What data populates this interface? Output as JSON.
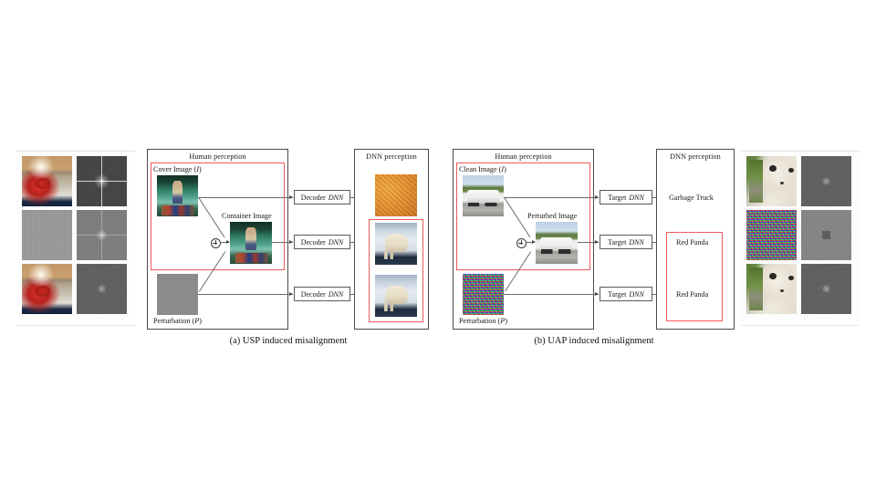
{
  "figure": {
    "background_color": "#ffffff",
    "accent_red": "#f05a5a",
    "line_color": "#6b6b6b",
    "box_border_color": "#4a4a4a"
  },
  "captions": {
    "panel_a": "(a) USP induced misalignment",
    "panel_b": "(b) UAP induced misalignment"
  },
  "panel_a": {
    "human_panel_title": "Human perception",
    "dnn_panel_title": "DNN perception",
    "cover_image_label": "Cover Image (I)",
    "container_image_label": "Container Image",
    "perturbation_label": "Perturbation (P)",
    "nn_boxes": [
      {
        "prefix": "Decoder",
        "italic": "DNN"
      },
      {
        "prefix": "Decoder",
        "italic": "DNN"
      },
      {
        "prefix": "Decoder",
        "italic": "DNN"
      }
    ],
    "thumbnails": {
      "cover_image": "boat-man-photo",
      "container_image": "boat-man-photo",
      "perturbation": "flat-gray-square",
      "dnn_out_1": "orange-texture",
      "dnn_out_2": "white-wolf-photo",
      "dnn_out_3": "white-wolf-photo"
    }
  },
  "panel_b": {
    "human_panel_title": "Human perception",
    "dnn_panel_title": "DNN perception",
    "clean_image_label": "Clean Image (I)",
    "perturbed_image_label": "Perturbed Image",
    "perturbation_label": "Perturbation (P)",
    "nn_boxes": [
      {
        "prefix": "Target",
        "italic": "DNN"
      },
      {
        "prefix": "Target",
        "italic": "DNN"
      },
      {
        "prefix": "Target",
        "italic": "DNN"
      }
    ],
    "predictions": [
      "Garbage Truck",
      "Red Panda",
      "Red Panda"
    ],
    "thumbnails": {
      "clean_image": "garbage-truck-photo",
      "perturbed_image": "garbage-truck-photo",
      "perturbation": "rgb-noise-square"
    }
  },
  "left_strip": {
    "rows": [
      {
        "image": "goldfish-photo",
        "spectrum": "fft-dark"
      },
      {
        "image": "gray-noise-perturbation",
        "spectrum": "fft-light"
      },
      {
        "image": "goldfish-photo-perturbed",
        "spectrum": "fft-mid"
      }
    ]
  },
  "right_strip": {
    "rows": [
      {
        "image": "poodle-photo",
        "spectrum": "fft-mid"
      },
      {
        "image": "rgb-noise-perturbation",
        "spectrum": "fft-block-center"
      },
      {
        "image": "poodle-photo-perturbed",
        "spectrum": "fft-mid"
      }
    ]
  }
}
